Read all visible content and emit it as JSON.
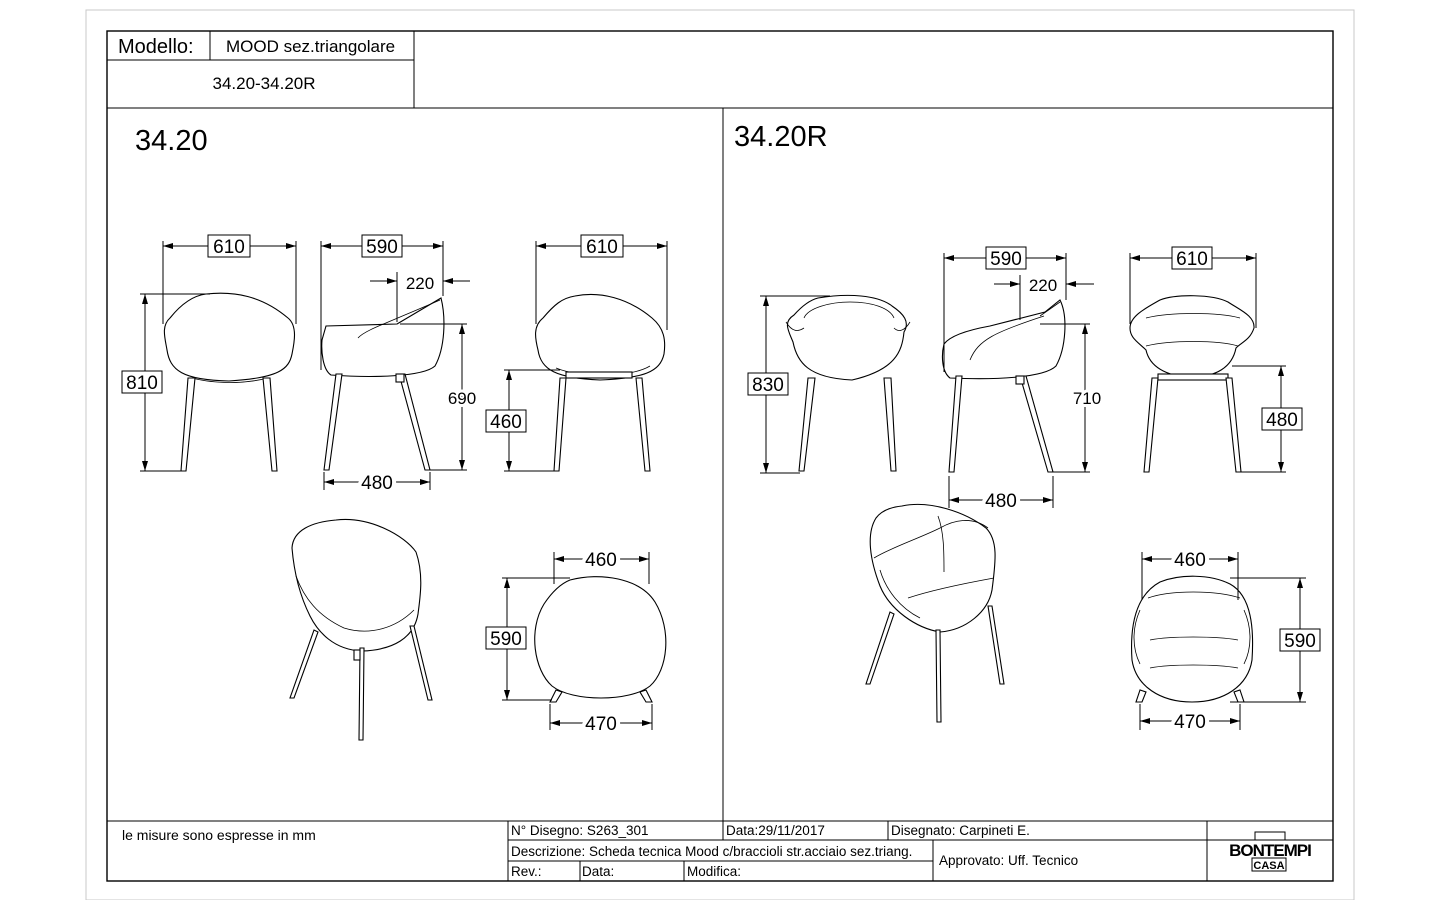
{
  "header": {
    "model_label": "Modello:",
    "model_name": "MOOD sez.triangolare",
    "codes": "34.20-34.20R"
  },
  "panel_left": {
    "title": "34.20",
    "dims": {
      "front_width": "610",
      "front_height": "810",
      "side_depth": "590",
      "side_back": "220",
      "side_seat_height": "690",
      "side_base": "480",
      "back_width": "610",
      "back_seat_height": "460",
      "top_width": "460",
      "top_depth": "590",
      "top_base": "470"
    }
  },
  "panel_right": {
    "title": "34.20R",
    "dims": {
      "front_height": "830",
      "side_depth": "590",
      "side_back": "220",
      "side_seat_height": "710",
      "side_base": "480",
      "back_width": "610",
      "back_seat_height": "480",
      "top_width": "460",
      "top_depth": "590",
      "top_base": "470"
    }
  },
  "footer": {
    "note": "le misure sono espresse in mm",
    "drawing_no": "N° Disegno: S263_301",
    "date": "Data:29/11/2017",
    "drawn_by": "Disegnato: Carpineti E.",
    "description": "Descrizione: Scheda tecnica Mood c/braccioli str.acciaio sez.triang.",
    "approved": "Approvato: Uff. Tecnico",
    "rev_label": "Rev.:",
    "data_label": "Data:",
    "mod_label": "Modifica:",
    "logo_text": "BONTEMPI",
    "logo_sub": "CASA"
  }
}
